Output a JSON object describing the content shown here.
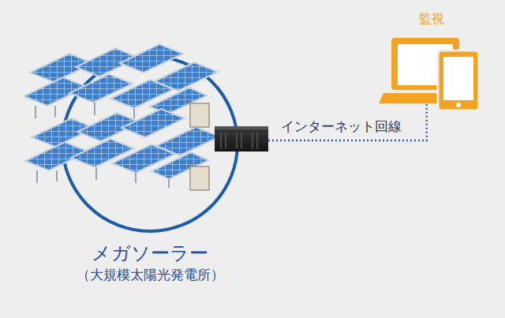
{
  "diagram": {
    "nodes": [
      {
        "text": [
          "メガソーラー",
          "（大規模太陽光発電所）"
        ]
      },
      {
        "text": [
          "監視"
        ]
      }
    ],
    "edges": [
      {
        "from": 0,
        "to": 1,
        "arrow": "none",
        "label": "インターネット回線"
      }
    ]
  }
}
